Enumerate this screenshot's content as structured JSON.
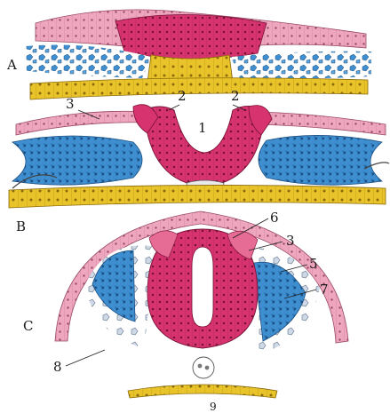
{
  "panel_labels": {
    "a": "A",
    "b": "B",
    "c": "C"
  },
  "structure_labels": {
    "n1": "1",
    "n2_left": "2",
    "n2_right": "2",
    "n3_top": "3",
    "n3_mid": "3",
    "n5": "5",
    "n6": "6",
    "n7": "7",
    "n8": "8",
    "n9": "9"
  },
  "colors": {
    "neural_tissue": "#d6336f",
    "neural_tissue_light": "#e66c96",
    "ectoderm": "#eda6bd",
    "mesenchyme": "#3f8fd0",
    "endoderm": "#e8c32a",
    "notochord": "#e9e9e9",
    "outline": "#3a1f2e"
  }
}
